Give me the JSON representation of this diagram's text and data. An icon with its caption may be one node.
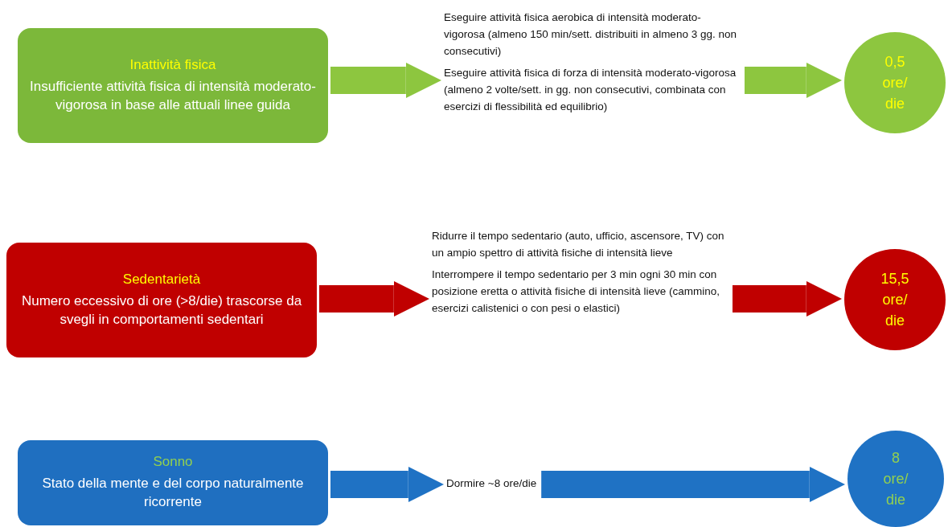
{
  "diagram": {
    "nodes": [
      {
        "text": [
          "Inattività fisica",
          "Insufficiente attività fisica di intensità moderato-vigorosa in base alle attuali linee guida"
        ]
      },
      {
        "text": [
          "Eseguire attività fisica aerobica di intensità moderato-vigorosa (almeno 150 min/sett. distribuiti in almeno 3 gg. non consecutivi)",
          "Eseguire attività fisica di forza di intensità moderato-vigorosa (almeno 2 volte/sett. in gg. non consecutivi, combinata con esercizi di flessibilità ed equilibrio)"
        ]
      },
      {
        "text": [
          "0,5 ore/ die"
        ]
      },
      {
        "text": [
          "Sedentarietà",
          "Numero eccessivo di ore (>8/die) trascorse da svegli in comportamenti sedentari"
        ]
      },
      {
        "text": [
          "Ridurre il tempo sedentario (auto, ufficio, ascensore, TV) con un ampio spettro di attività fisiche di intensità lieve",
          "Interrompere il tempo sedentario per 3 min ogni 30 min con posizione eretta o attività fisiche di intensità lieve (cammino, esercizi calistenici o con pesi o elastici)"
        ]
      },
      {
        "text": [
          "15,5 ore/ die"
        ]
      },
      {
        "text": [
          "Sonno",
          "Stato della mente e del corpo naturalmente ricorrente"
        ]
      },
      {
        "text": [
          "Dormire ~8 ore/die"
        ]
      },
      {
        "text": [
          "8 ore/ die"
        ]
      }
    ],
    "edges": [
      {
        "from": 0,
        "to": 1,
        "arrow": "to",
        "color": "#8dc63f"
      },
      {
        "from": 1,
        "to": 2,
        "arrow": "to",
        "color": "#8dc63f"
      },
      {
        "from": 3,
        "to": 4,
        "arrow": "to",
        "color": "#c00000"
      },
      {
        "from": 4,
        "to": 5,
        "arrow": "to",
        "color": "#c00000"
      },
      {
        "from": 6,
        "to": 7,
        "arrow": "to",
        "color": "#1f72c4"
      },
      {
        "from": 7,
        "to": 8,
        "arrow": "to",
        "color": "#1f72c4"
      }
    ]
  }
}
